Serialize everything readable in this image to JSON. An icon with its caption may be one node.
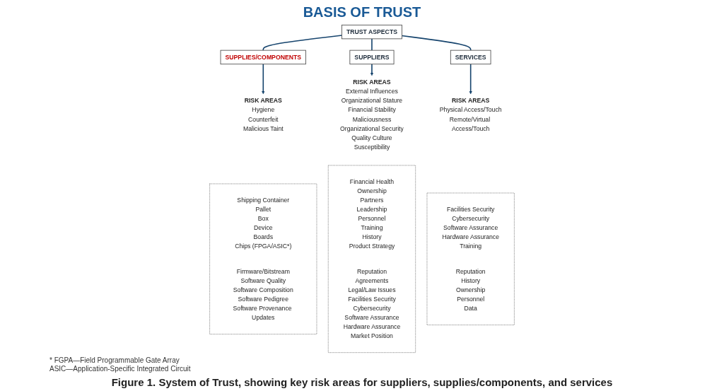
{
  "diagram": {
    "title": "BASIS OF TRUST",
    "caption": "Figure 1. System of Trust, showing key risk areas for suppliers, supplies/components, and services",
    "nodes": [
      {
        "text": [
          "TRUST ASPECTS"
        ]
      },
      {
        "text": [
          "SUPPLIES/COMPONENTS"
        ]
      },
      {
        "text": [
          "SUPPLIERS"
        ]
      },
      {
        "text": [
          "SERVICES"
        ]
      },
      {
        "text": [
          "RISK AREAS",
          "Hygiene",
          "Counterfeit",
          "Malicious Taint"
        ]
      },
      {
        "text": [
          "RISK AREAS",
          "External Influences",
          "Organizational Stature",
          "Financial Stability",
          "Maliciousness",
          "Organizational Security",
          "Quality Culture",
          "Susceptibility"
        ]
      },
      {
        "text": [
          "RISK AREAS",
          "Physical Access/Touch",
          "Remote/Virtual Access/Touch"
        ]
      },
      {
        "text": [],
        "shape": "box"
      },
      {
        "text": [
          "Shipping Container",
          "Pallet",
          "Box",
          "Device",
          "Boards",
          "Chips (FPGA/ASIC*)"
        ],
        "in": 7
      },
      {
        "text": [
          "Firmware/Bitstream",
          "Software Quality",
          "Software Composition",
          "Software Pedigree",
          "Software Provenance Updates"
        ],
        "in": 7
      },
      {
        "text": [],
        "shape": "box"
      },
      {
        "text": [
          "Financial Health",
          "Ownership",
          "Partners",
          "Leadership",
          "Personnel",
          "Training",
          "History",
          "Product Strategy"
        ],
        "in": 10
      },
      {
        "text": [
          "Reputation",
          "Agreements",
          "Legal/Law Issues",
          "Facilities Security",
          "Cybersecurity",
          "Software Assurance",
          "Hardware Assurance",
          "Market Position"
        ],
        "in": 10
      },
      {
        "text": [],
        "shape": "box"
      },
      {
        "text": [
          "Facilities Security",
          "Cybersecurity",
          "Software Assurance",
          "Hardware Assurance",
          "Training"
        ],
        "in": 13
      },
      {
        "text": [
          "Reputation",
          "History",
          "Ownership",
          "Personnel",
          "Data"
        ],
        "in": 13
      }
    ],
    "edges": [
      {
        "from": 0,
        "to": 1,
        "arrow": "none"
      },
      {
        "from": 0,
        "to": 2,
        "arrow": "none"
      },
      {
        "from": 0,
        "to": 3,
        "arrow": "none"
      },
      {
        "from": 1,
        "to": 4,
        "arrow": "to"
      },
      {
        "from": 2,
        "to": 5,
        "arrow": "to"
      },
      {
        "from": 3,
        "to": 6,
        "arrow": "to"
      }
    ],
    "labels": [
      "* FGPA—Field Programmable Gate Array",
      "ASIC—Application-Specific Integrated Circuit"
    ]
  }
}
